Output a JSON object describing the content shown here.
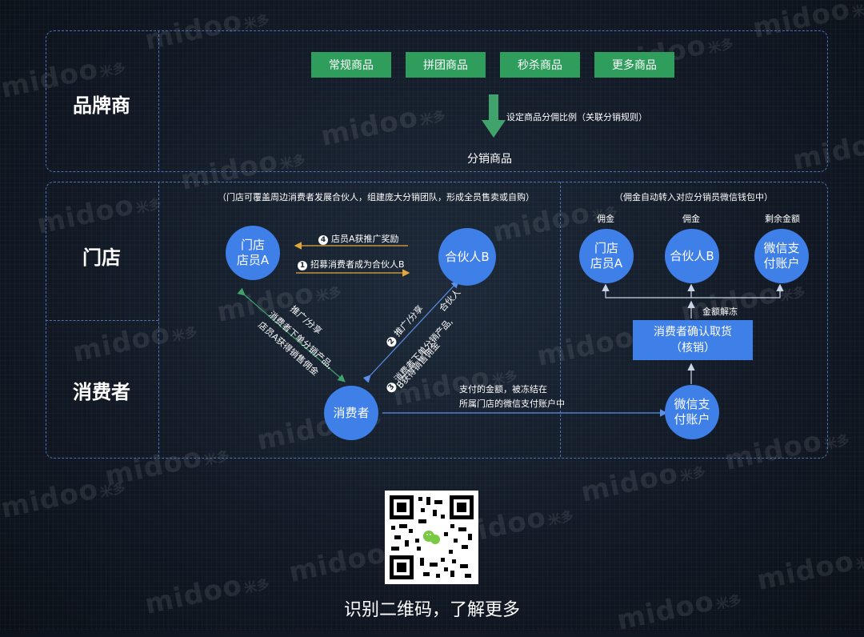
{
  "lanes": {
    "brand": "品牌商",
    "store": "门店",
    "consumer": "消费者"
  },
  "goods": [
    "常规商品",
    "拼团商品",
    "秒杀商品",
    "更多商品"
  ],
  "brand_section": {
    "rule_label": "设定商品分佣比例（关联分销规则）",
    "result": "分销商品"
  },
  "store_section": {
    "note_left": "（门店可覆盖周边消费者发展合伙人，组建庞大分销团队，形成全员售卖或自购）",
    "note_right": "（佣金自动转入对应分销员微信钱包中）"
  },
  "nodes": {
    "store_clerk": "门店\n店员A",
    "partner_b": "合伙人B",
    "consumer": "消费者",
    "right_clerk": "门店\n店员A",
    "right_partner": "合伙人B",
    "right_wechat": "微信支\n付账户",
    "wechat_pay": "微信支\n付账户"
  },
  "arrows": {
    "reward": {
      "num": "4",
      "text": "店员A获推广奖励"
    },
    "recruit": {
      "num": "1",
      "text": "招募消费者成为合伙人B"
    },
    "promote_left_1": "推广/分享",
    "promote_left_2": "消费者下单分销产品,",
    "promote_left_3": "店员A获得销售佣金",
    "partner_label": "合伙人",
    "promote_right_1": {
      "num": "2",
      "text": "推广/分享"
    },
    "promote_right_2": {
      "num": "3",
      "text": "消费者下单分销产品,"
    },
    "promote_right_3": "B获得销售佣金",
    "payment_1": "支付的金额，被冻结在",
    "payment_2": "所属门店的微信支付账户中"
  },
  "commission": {
    "col1": "佣金",
    "col2": "佣金",
    "col3": "剩余金额",
    "unfreeze": "金额解冻"
  },
  "confirm": {
    "line1": "消费者确认取货",
    "line2": "（核销）"
  },
  "watermark": {
    "brand": "midoo",
    "cn": "米多"
  },
  "qr": {
    "icon": "wechat-icon"
  },
  "caption": "识别二维码，了解更多",
  "colors": {
    "accent_blue": "#3f7fe8",
    "goods_green": "#2f9e5c",
    "arrow_yellow": "#e0a93a",
    "arrow_green": "#3fa36b"
  }
}
